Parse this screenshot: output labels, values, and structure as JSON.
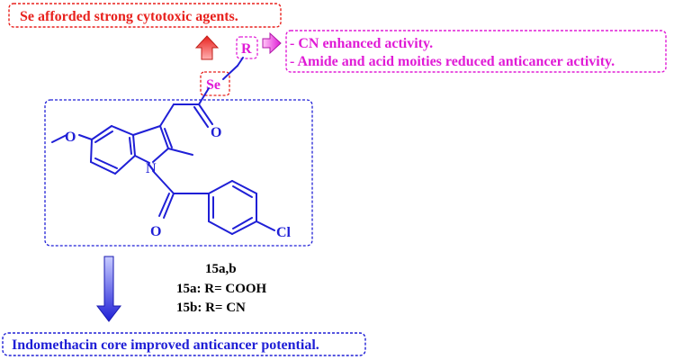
{
  "colors": {
    "structure": "#1f1fd6",
    "selenium_note": "#e8211d",
    "substituent_note": "#e01bd6",
    "core_note": "#1f1fd6",
    "compound_text": "#000000"
  },
  "selenium_note": {
    "text": "Se afforded strong cytotoxic agents."
  },
  "substituent_notes": {
    "line1": "- CN enhanced activity.",
    "line2": "- Amide and acid moities reduced anticancer activity."
  },
  "core_note": {
    "text": "Indomethacin core improved anticancer potential."
  },
  "molecule": {
    "atoms": {
      "se": "Se",
      "r": "R",
      "o_carbonyl": "O",
      "o_methoxy": "O",
      "n": "N",
      "o_amide": "O",
      "cl": "Cl"
    }
  },
  "compound": {
    "label": "15a,b",
    "a": "15a: R= COOH",
    "b": "15b: R= CN"
  },
  "icons": [
    "up-arrow-icon",
    "right-arrow-icon",
    "down-arrow-icon"
  ]
}
